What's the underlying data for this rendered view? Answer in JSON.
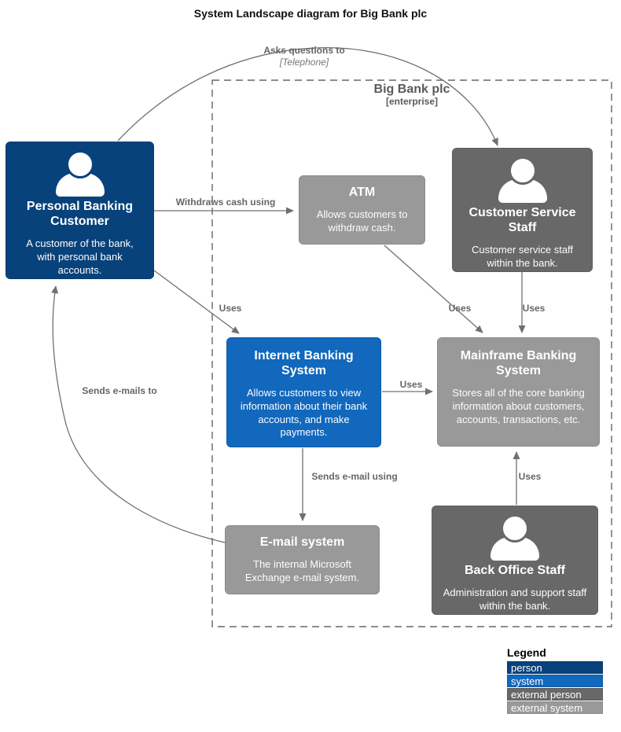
{
  "title": "System Landscape diagram for Big Bank plc",
  "boundary": {
    "name": "Big Bank plc",
    "type": "[enterprise]"
  },
  "nodes": {
    "personal_banking_customer": {
      "title": "Personal Banking Customer",
      "description": "A customer of the bank, with personal bank accounts.",
      "kind": "person",
      "color": "#08427b"
    },
    "atm": {
      "title": "ATM",
      "description": "Allows customers to withdraw cash.",
      "kind": "external system",
      "color": "#999999"
    },
    "customer_service_staff": {
      "title": "Customer Service Staff",
      "description": "Customer service staff within the bank.",
      "kind": "external person",
      "color": "#686868"
    },
    "internet_banking_system": {
      "title": "Internet Banking System",
      "description": "Allows customers to view information about their bank accounts, and make payments.",
      "kind": "system",
      "color": "#1168bd"
    },
    "mainframe_banking_system": {
      "title": "Mainframe Banking System",
      "description": "Stores all of the core banking information about customers, accounts, transactions, etc.",
      "kind": "external system",
      "color": "#999999"
    },
    "email_system": {
      "title": "E-mail system",
      "description": "The internal Microsoft Exchange e-mail system.",
      "kind": "external system",
      "color": "#999999"
    },
    "back_office_staff": {
      "title": "Back Office Staff",
      "description": "Administration and support staff within the bank.",
      "kind": "external person",
      "color": "#686868"
    }
  },
  "edges": {
    "asks_questions": {
      "label": "Asks questions to",
      "technology": "[Telephone]"
    },
    "withdraws_cash": {
      "label": "Withdraws cash using"
    },
    "pbc_uses_ibs": {
      "label": "Uses"
    },
    "atm_uses_mbs": {
      "label": "Uses"
    },
    "css_uses_mbs": {
      "label": "Uses"
    },
    "ibs_uses_mbs": {
      "label": "Uses"
    },
    "sends_email_using": {
      "label": "Sends e-mail using"
    },
    "bos_uses_mbs": {
      "label": "Uses"
    },
    "sends_emails_to": {
      "label": "Sends e-mails to"
    }
  },
  "legend": {
    "title": "Legend",
    "items": [
      {
        "label": "person",
        "color": "#08427b"
      },
      {
        "label": "system",
        "color": "#1168bd"
      },
      {
        "label": "external person",
        "color": "#686868"
      },
      {
        "label": "external system",
        "color": "#999999"
      }
    ]
  }
}
